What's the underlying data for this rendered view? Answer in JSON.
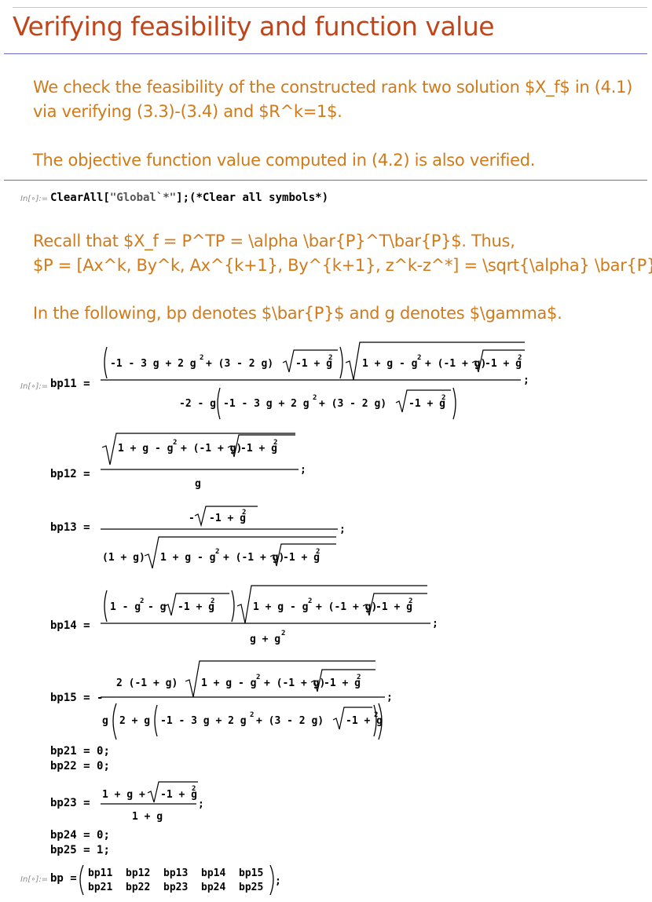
{
  "title": "Verifying feasibility and function value",
  "intro": {
    "line1": "We check the feasibility of the constructed rank two solution $X_f$ in (4.1)",
    "line2": "via verifying (3.3)-(3.4) and $R^k=1$.",
    "line3": "The objective function value computed in (4.2) is also verified."
  },
  "input_label": "In[∘]:=",
  "cell1": {
    "fn": "ClearAll[",
    "arg": "\"Global`*\"",
    "close": "];",
    "comment": "(*Clear all symbols*)"
  },
  "recall": {
    "line1": "Recall that $X_f = P^TP = \\alpha \\bar{P}^T\\bar{P}$. Thus,",
    "line2": "$P = [Ax^k, By^k, Ax^{k+1}, By^{k+1}, z^k-z^*] = \\sqrt{\\alpha} \\bar{P}$.",
    "line3": "In the following, bp denotes $\\bar{P}$ and g denotes $\\gamma$."
  },
  "defs": {
    "bp11": "bp11",
    "bp12": "bp12",
    "bp13": "bp13",
    "bp14": "bp14",
    "bp15": "bp15",
    "bp21": "bp21",
    "bp22": "bp22",
    "bp23": "bp23",
    "bp24": "bp24",
    "bp25": "bp25",
    "eq": "=",
    "semi": ";",
    "bp21_rhs": "= 0;",
    "bp22_rhs": "= 0;",
    "bp24_rhs": "= 0;",
    "bp25_rhs": "= 1;",
    "minus": "-"
  },
  "expr": {
    "A": "-1 - 3 g + 2 g",
    "B": "+ (3 - 2 g)",
    "C": "-1 + g",
    "D": "1 + g - g",
    "E": "+ (-1 + g)",
    "sq": "2",
    "den11_pre": "-2 - g",
    "g": "g",
    "den13_pre": "(1 + g)",
    "num14_pre": "1 - g",
    "num14_mid": "- g",
    "den14": "g + g",
    "num15_pre": "2 (-1 + g)",
    "den15_pre": "g",
    "den15_mid": "2 + g",
    "num23_pre": "1 + g +",
    "den23": "1 + g",
    "neg": "-"
  },
  "matrix": {
    "name": "bp",
    "eq": "=",
    "row1": [
      "bp11",
      "bp12",
      "bp13",
      "bp14",
      "bp15"
    ],
    "row2": [
      "bp21",
      "bp22",
      "bp23",
      "bp24",
      "bp25"
    ],
    "end": ";"
  }
}
